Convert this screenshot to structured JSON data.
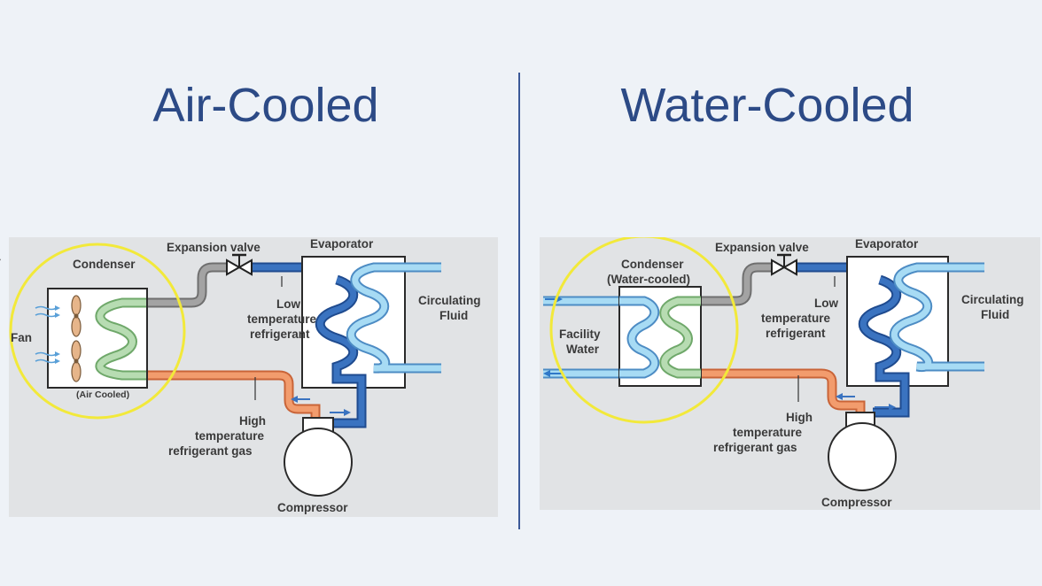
{
  "left": {
    "title": "Air-Cooled",
    "labels": {
      "condenser": "Condenser",
      "expansion_valve": "Expansion valve",
      "evaporator": "Evaporator",
      "low_temp_1": "Low",
      "low_temp_2": "temperature",
      "low_temp_3": "refrigerant",
      "circulating_1": "Circulating",
      "circulating_2": "Fluid",
      "fan": "Fan",
      "air_cooled": "(Air Cooled)",
      "high_temp_1": "High",
      "high_temp_2": "temperature",
      "high_temp_3": "refrigerant gas",
      "compressor": "Compressor"
    }
  },
  "right": {
    "title": "Water-Cooled",
    "labels": {
      "condenser_1": "Condenser",
      "condenser_2": "(Water-cooled)",
      "expansion_valve": "Expansion valve",
      "evaporator": "Evaporator",
      "low_temp_1": "Low",
      "low_temp_2": "temperature",
      "low_temp_3": "refrigerant",
      "circulating_1": "Circulating",
      "circulating_2": "Fluid",
      "facility_1": "Facility",
      "facility_2": "Water",
      "high_temp_1": "High",
      "high_temp_2": "temperature",
      "high_temp_3": "refrigerant gas",
      "compressor": "Compressor"
    }
  },
  "colors": {
    "background": "#eef2f7",
    "title": "#2c4a86",
    "panel": "#e1e3e5",
    "highlight_circle": "#f0e63a",
    "low_temp_pipe": "#2f5fa8",
    "high_temp_pipe": "#e8875a",
    "condensed_pipe": "#9a9a9a",
    "fluid_pipe": "#9ed3f0",
    "coil_green": "#a9d2a4"
  },
  "icons": {
    "fan": "fan-icon",
    "valve": "valve-icon",
    "compressor": "compressor-icon"
  }
}
